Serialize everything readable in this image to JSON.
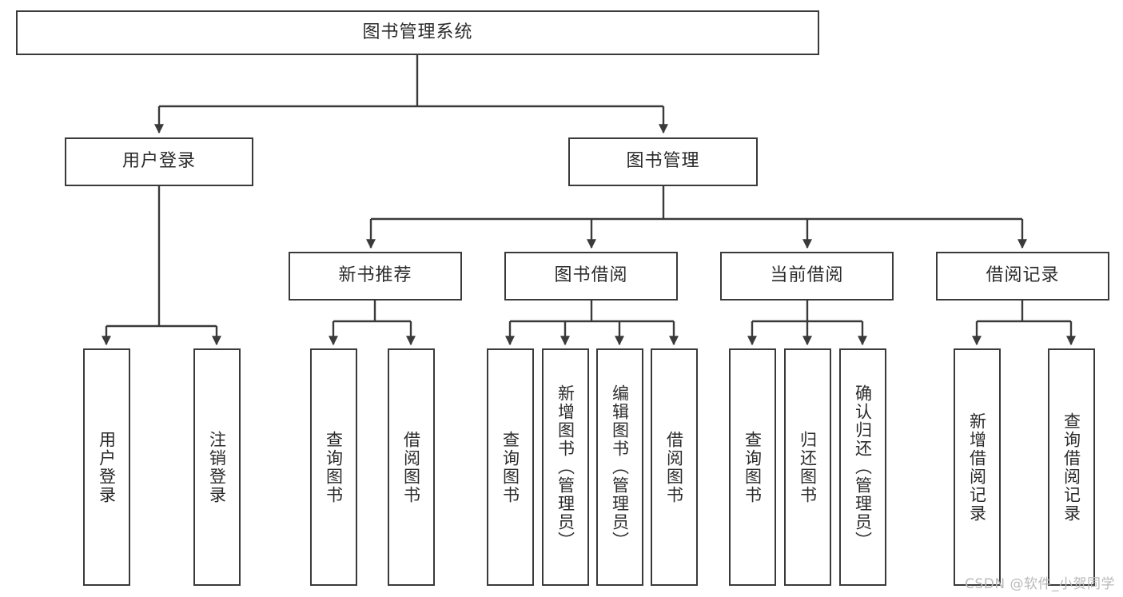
{
  "diagram": {
    "title": "图书管理系统",
    "root": {
      "label": "图书管理系统"
    },
    "level2": [
      {
        "label": "用户登录"
      },
      {
        "label": "图书管理"
      }
    ],
    "level3": [
      {
        "label": "新书推荐"
      },
      {
        "label": "图书借阅"
      },
      {
        "label": "当前借阅"
      },
      {
        "label": "借阅记录"
      }
    ],
    "leaves": {
      "user_login": [
        {
          "label": "用户登录"
        },
        {
          "label": "注销登录"
        }
      ],
      "new_book_recommend": [
        {
          "label": "查询图书"
        },
        {
          "label": "借阅图书"
        }
      ],
      "book_borrow": [
        {
          "label": "查询图书"
        },
        {
          "label": "新增图书（管理员）"
        },
        {
          "label": "编辑图书（管理员）"
        },
        {
          "label": "借阅图书"
        }
      ],
      "current_borrow": [
        {
          "label": "查询图书"
        },
        {
          "label": "归还图书"
        },
        {
          "label": "确认归还（管理员）"
        }
      ],
      "borrow_record": [
        {
          "label": "新增借阅记录"
        },
        {
          "label": "查询借阅记录"
        }
      ]
    }
  },
  "watermark": {
    "text": "CSDN @软件_小贺同学"
  },
  "colors": {
    "stroke": "#3a3a3a",
    "background": "#ffffff",
    "text": "#2b2b2b",
    "watermark": "#b9b9b9"
  }
}
